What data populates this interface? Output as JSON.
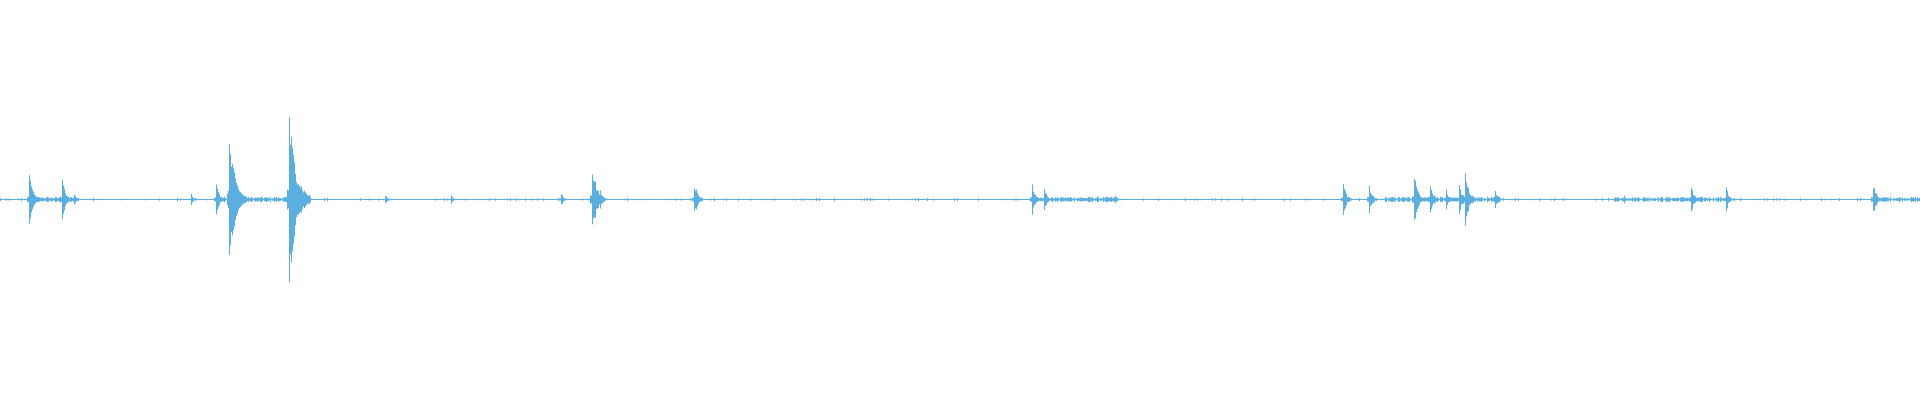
{
  "waveform": {
    "color": "#5aaee0",
    "background": "#ffffff",
    "transients": [
      {
        "t": 0.0153,
        "amp": 0.28
      },
      {
        "t": 0.0325,
        "amp": 0.22
      },
      {
        "t": 0.0385,
        "amp": 0.06
      },
      {
        "t": 0.0995,
        "amp": 0.06
      },
      {
        "t": 0.1125,
        "amp": 0.17
      },
      {
        "t": 0.1193,
        "amp": 0.66
      },
      {
        "t": 0.1507,
        "amp": 0.88
      },
      {
        "t": 0.2005,
        "amp": 0.05
      },
      {
        "t": 0.2349,
        "amp": 0.05
      },
      {
        "t": 0.292,
        "amp": 0.07
      },
      {
        "t": 0.3085,
        "amp": 0.4
      },
      {
        "t": 0.3123,
        "amp": 0.1
      },
      {
        "t": 0.3617,
        "amp": 0.2
      },
      {
        "t": 0.5375,
        "amp": 0.16
      },
      {
        "t": 0.5436,
        "amp": 0.13
      },
      {
        "t": 0.5806,
        "amp": 0.06
      },
      {
        "t": 0.6997,
        "amp": 0.18
      },
      {
        "t": 0.713,
        "amp": 0.16
      },
      {
        "t": 0.7367,
        "amp": 0.27
      },
      {
        "t": 0.745,
        "amp": 0.18
      },
      {
        "t": 0.753,
        "amp": 0.1
      },
      {
        "t": 0.7597,
        "amp": 0.16
      },
      {
        "t": 0.763,
        "amp": 0.3
      },
      {
        "t": 0.7787,
        "amp": 0.12
      },
      {
        "t": 0.846,
        "amp": 0.04
      },
      {
        "t": 0.8808,
        "amp": 0.14
      },
      {
        "t": 0.899,
        "amp": 0.13
      },
      {
        "t": 0.9755,
        "amp": 0.18
      }
    ],
    "noise_regions": [
      {
        "start": 0.0153,
        "end": 0.04
      },
      {
        "start": 0.112,
        "end": 0.156
      },
      {
        "start": 0.308,
        "end": 0.313
      },
      {
        "start": 0.361,
        "end": 0.364
      },
      {
        "start": 0.537,
        "end": 0.582
      },
      {
        "start": 0.721,
        "end": 0.781
      },
      {
        "start": 0.84,
        "end": 0.901
      },
      {
        "start": 0.975,
        "end": 1.0
      }
    ]
  }
}
